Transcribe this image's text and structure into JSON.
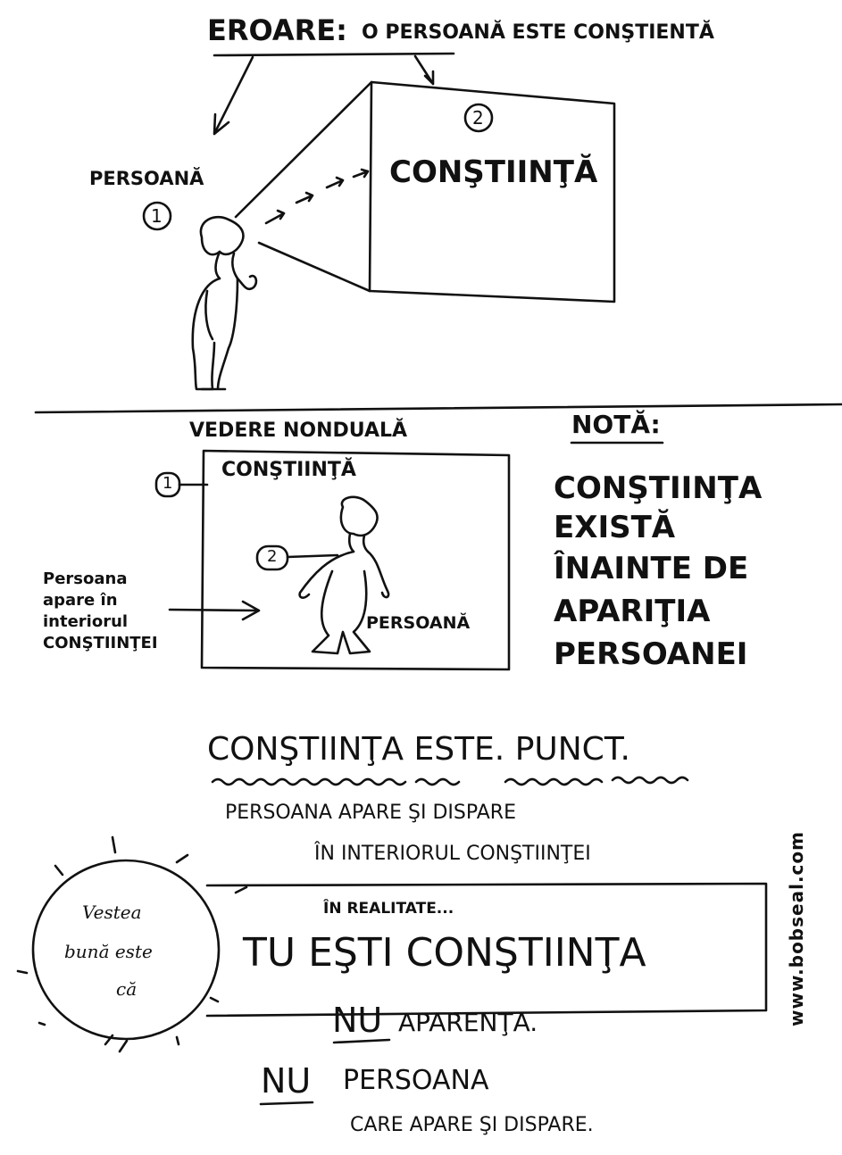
{
  "top": {
    "error_label": "EROARE:",
    "error_statement": "O PERSOANĂ ESTE CONŞTIENTĂ",
    "person_label": "PERSOANĂ",
    "num_person": "1",
    "num_consciousness": "2",
    "consciousness_label": "CONŞTIINŢĂ"
  },
  "nondual": {
    "title": "VEDERE NONDUALĂ",
    "num_consciousness": "1",
    "consciousness_label": "CONŞTIINŢĂ",
    "num_person": "2",
    "person_label": "PERSOANĂ",
    "side_note": [
      "Persoana",
      "apare în",
      "interiorul",
      "CONŞTIINŢEI"
    ]
  },
  "note": {
    "title": "NOTĂ:",
    "lines": [
      "CONŞTIINŢA",
      "EXISTĂ",
      "ÎNAINTE DE",
      "APARIŢIA",
      "PERSOANEI"
    ]
  },
  "statement": {
    "main": "CONŞTIINŢA ESTE.  PUNCT.",
    "line1": "PERSOANA APARE ŞI DISPARE",
    "line2": "ÎN INTERIORUL CONŞTIINŢEI"
  },
  "bottom": {
    "sun_lines": [
      "Vestea",
      "bună este",
      "că"
    ],
    "in_reality": "ÎN REALITATE...",
    "main": "TU EŞTI CONŞTIINŢA",
    "not1_nu": "NU",
    "not1_rest": "APARENŢA.",
    "not2_nu": "NU",
    "not2_rest": "PERSOANA",
    "not2_tail": "CARE APARE ŞI DISPARE."
  },
  "website": "www.bobseal.com"
}
